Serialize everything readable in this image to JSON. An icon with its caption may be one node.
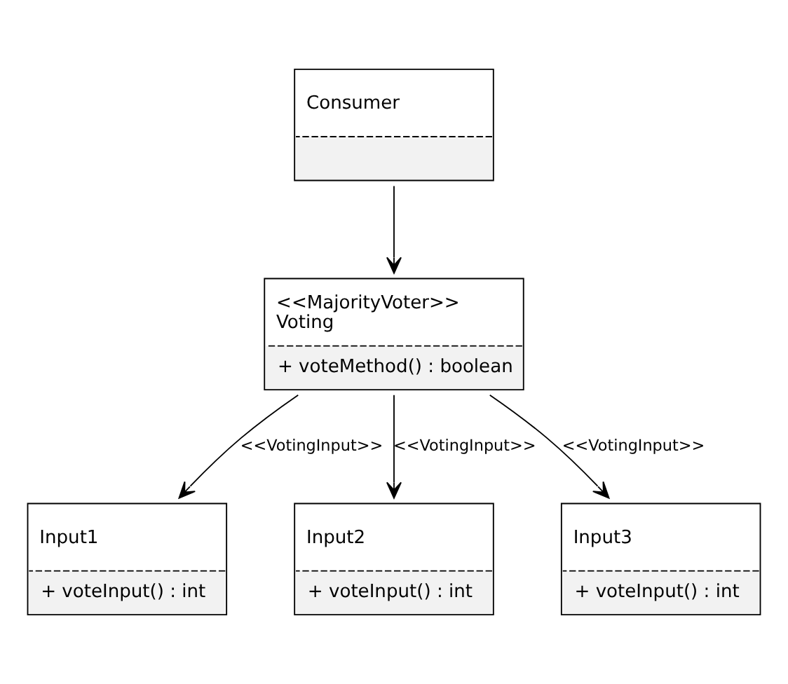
{
  "diagram": {
    "nodes": [
      {
        "text": [
          "Consumer"
        ]
      },
      {
        "text": [
          "<<MajorityVoter>>",
          "Voting",
          "+ voteMethod() : boolean"
        ]
      },
      {
        "text": [
          "Input1",
          "+ voteInput() : int"
        ]
      },
      {
        "text": [
          "Input2",
          "+ voteInput() : int"
        ]
      },
      {
        "text": [
          "Input3",
          "+ voteInput() : int"
        ]
      }
    ],
    "edges": [
      {
        "from": 0,
        "to": 1,
        "arrow": "to"
      },
      {
        "from": 1,
        "to": 2,
        "arrow": "to",
        "label": "<<VotingInput>>"
      },
      {
        "from": 1,
        "to": 3,
        "arrow": "to",
        "label": "<<VotingInput>>"
      },
      {
        "from": 1,
        "to": 4,
        "arrow": "to",
        "label": "<<VotingInput>>"
      }
    ]
  }
}
